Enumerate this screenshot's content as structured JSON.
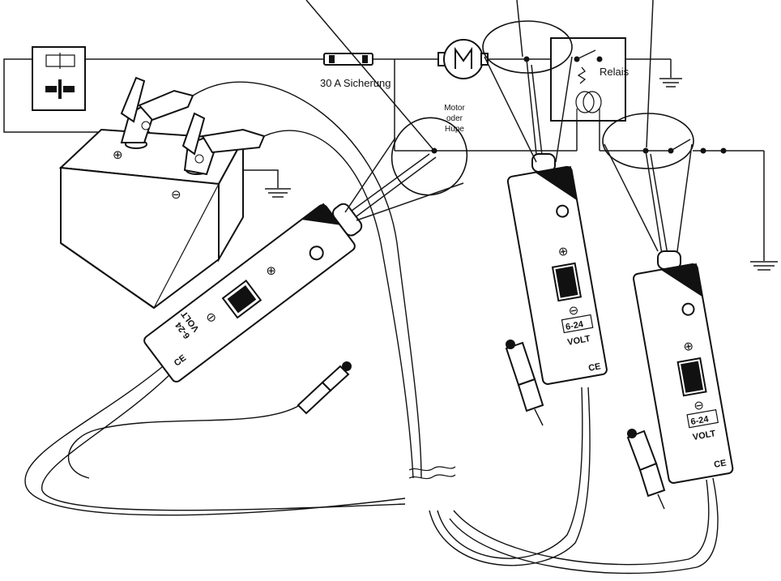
{
  "labels": {
    "fuse": "30 A Sicherung",
    "relay": "Relais",
    "load_line1": "Motor",
    "load_line2": "oder",
    "load_line3": "Hupe"
  },
  "tester": {
    "plus_symbol": "⊕",
    "minus_symbol": "⊖",
    "range": "6-24",
    "unit": "VOLT",
    "mark": "CE"
  },
  "battery": {
    "plus_symbol": "⊕",
    "minus_symbol": "⊖"
  }
}
